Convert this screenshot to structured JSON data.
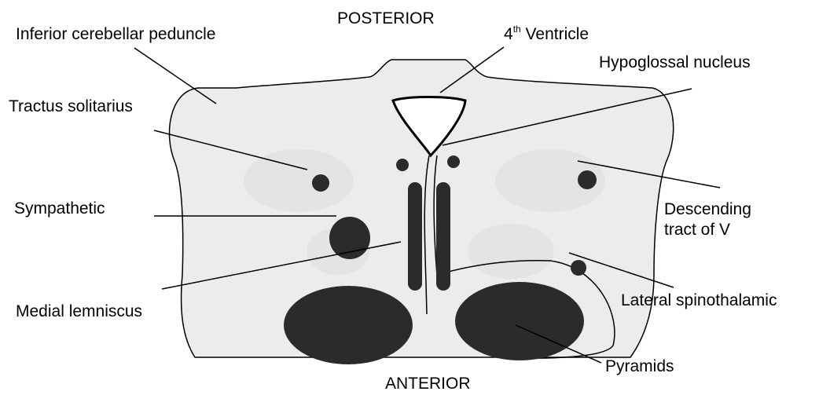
{
  "diagram": {
    "orientation": {
      "top": "POSTERIOR",
      "bottom": "ANTERIOR"
    },
    "labels": {
      "inferior_cerebellar_peduncle": "Inferior cerebellar peduncle",
      "fourth_ventricle": {
        "superscript_number": "4",
        "superscript": "th",
        "text": " Ventricle"
      },
      "hypoglossal_nucleus": "Hypoglossal nucleus",
      "tractus_solitarius": "Tractus solitarius",
      "sympathetic": "Sympathetic",
      "descending_tract_v": {
        "line1": "Descending",
        "line2": "tract of V"
      },
      "medial_lemniscus": "Medial lemniscus",
      "lateral_spinothalamic": "Lateral spinothalamic",
      "pyramids": "Pyramids"
    },
    "colors": {
      "section_fill": "#ececec",
      "structure_fill": "#2b2b2b",
      "ink": "#000000"
    }
  }
}
